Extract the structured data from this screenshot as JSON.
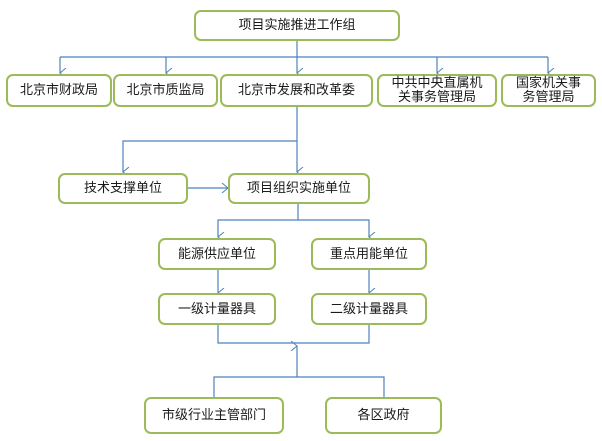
{
  "colors": {
    "box_border": "#9bbb59",
    "connector": "#4f81bd"
  },
  "nodes": {
    "top": "项目实施推进工作组",
    "finance": "北京市财政局",
    "quality": "北京市质监局",
    "ndrc": "北京市发展和改革委",
    "central": "中共中央直属机关事务管理局",
    "national": "国家机关事务管理局",
    "tech": "技术支撑单位",
    "impl": "项目组织实施单位",
    "supply": "能源供应单位",
    "consumer": "重点用能单位",
    "level1": "一级计量器具",
    "level2": "二级计量器具",
    "industry": "市级行业主管部门",
    "district": "各区政府"
  }
}
